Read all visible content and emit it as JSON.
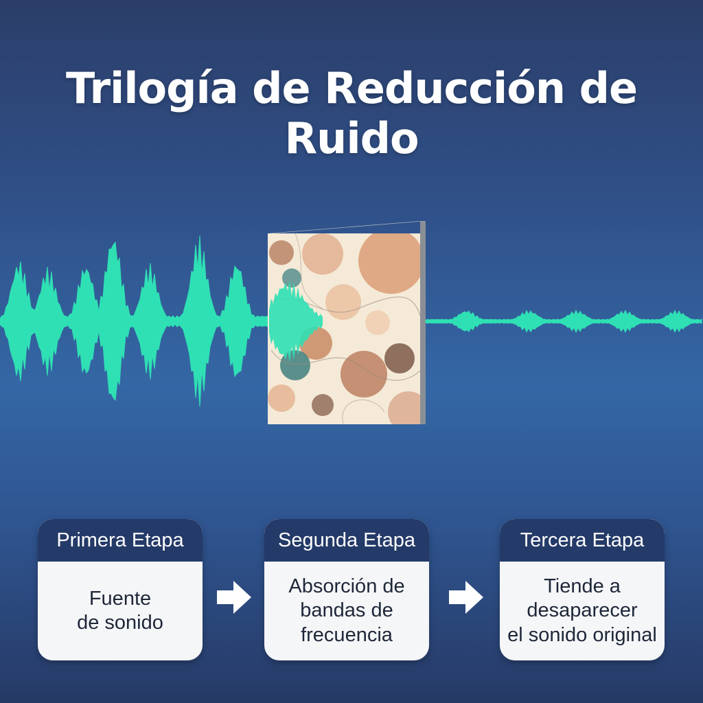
{
  "title": "Trilogía de Reducción de Ruido",
  "colors": {
    "wave": "#2fe0b4",
    "header": "#243a68",
    "card": "#f5f6f8",
    "arrow": "#ffffff"
  },
  "stages": [
    {
      "header": "Primera Etapa",
      "body": "Fuente\nde sonido"
    },
    {
      "header": "Segunda Etapa",
      "body": "Absorción de\nbandas de\nfrecuencia"
    },
    {
      "header": "Tercera Etapa",
      "body": "Tiende a\ndesaparecer\nel sonido original"
    }
  ]
}
